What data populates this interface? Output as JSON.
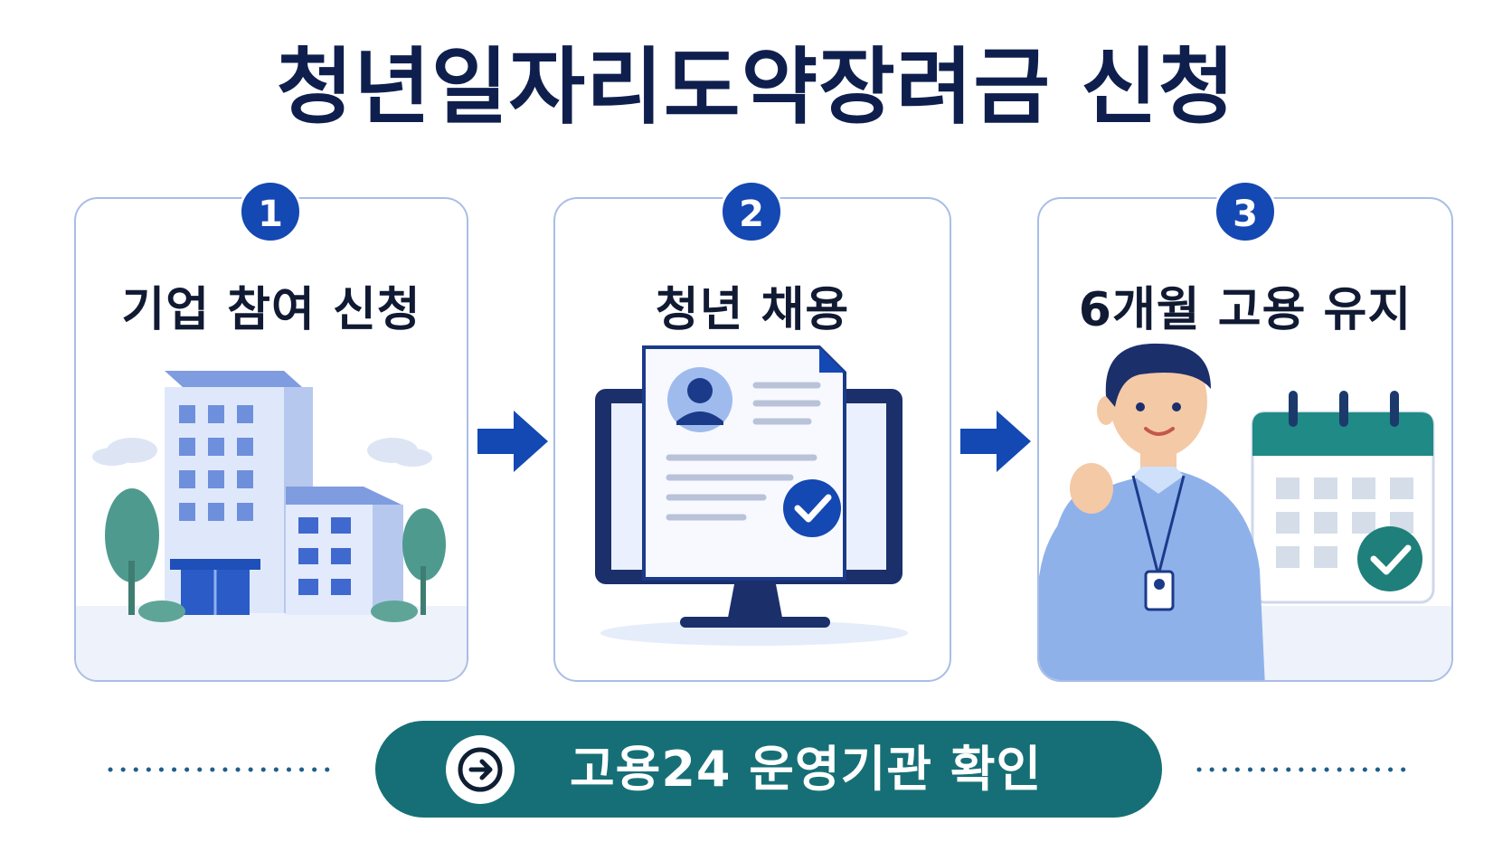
{
  "title": "청년일자리도약장려금 신청",
  "steps": [
    {
      "number": "1",
      "label": "기업 참여 신청"
    },
    {
      "number": "2",
      "label": "청년 채용"
    },
    {
      "number": "3",
      "label": "6개월 고용 유지"
    }
  ],
  "cta": {
    "label": "고용24 운영기관 확인",
    "icon": "arrow-right-icon"
  },
  "colors": {
    "title": "#0f1f4d",
    "badge": "#1448b3",
    "cta": "#166f76",
    "card_border": "#a9bde6",
    "arrow": "#1448b3"
  }
}
